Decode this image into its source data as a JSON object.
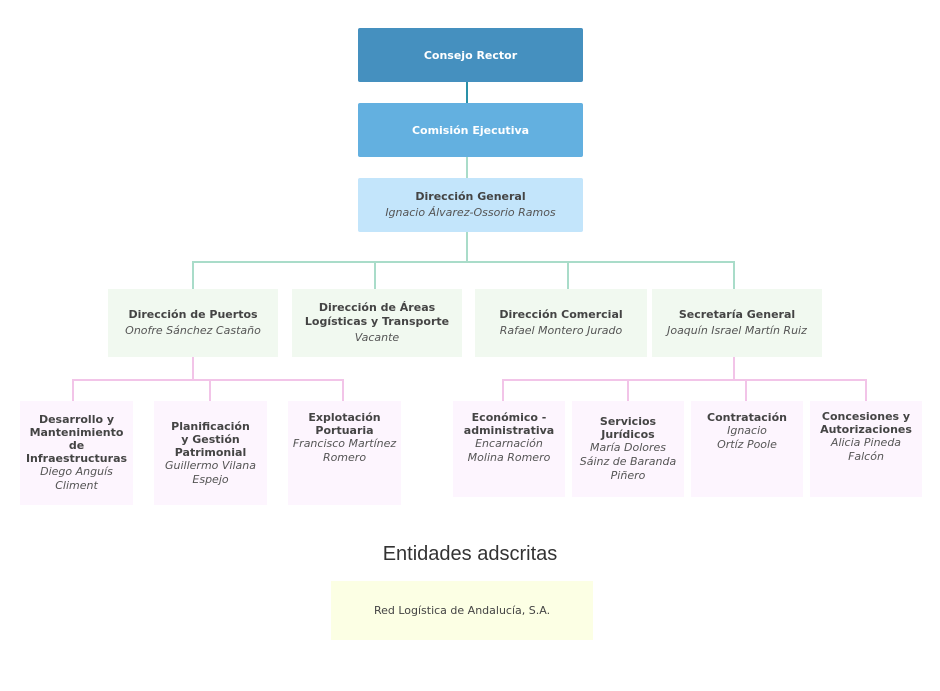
{
  "colors": {
    "consejo": "#4590bf",
    "comision": "#63b0e0",
    "direccion_general": "#c3e5fb",
    "level2": "#f1f9f0",
    "level3": "#fdf5fe",
    "entidad": "#fcffe4",
    "line_top": "#2a91a8",
    "line_teal": "#a9dcc9",
    "line_pink": "#f2c4e8"
  },
  "consejo": {
    "title": "Consejo Rector"
  },
  "comision": {
    "title": "Comisión Ejecutiva"
  },
  "direccion_general": {
    "title": "Dirección General",
    "name": "Ignacio Álvarez-Ossorio Ramos"
  },
  "directions": [
    {
      "title": "Dirección de Puertos",
      "name": "Onofre Sánchez Castaño"
    },
    {
      "title": "Dirección de Áreas Logísticas y Transporte",
      "name": "Vacante"
    },
    {
      "title": "Dirección Comercial",
      "name": "Rafael Montero Jurado"
    },
    {
      "title": "Secretaría General",
      "name": "Joaquín Israel Martín Ruiz"
    }
  ],
  "units": [
    {
      "title": "Desarrollo y Mantenimiento de Infraestructuras",
      "name": "Diego Anguís Climent"
    },
    {
      "title": "Planificación y Gestión Patrimonial",
      "name": "Guillermo Vilana Espejo"
    },
    {
      "title": "Explotación Portuaria",
      "name": "Francisco Martínez Romero"
    },
    {
      "title": "Económico - administrativa",
      "name": "Encarnación Molina Romero"
    },
    {
      "title": "Servicios Jurídicos",
      "name": "María Dolores Sáinz de Baranda Piñero"
    },
    {
      "title": "Contratación",
      "name": "Ignacio Ortíz Poole"
    },
    {
      "title": "Concesiones y Autorizaciones",
      "name": "Alicia Pineda Falcón"
    }
  ],
  "entidades": {
    "title": "Entidades adscritas",
    "items": [
      "Red Logística de Andalucía, S.A."
    ]
  }
}
